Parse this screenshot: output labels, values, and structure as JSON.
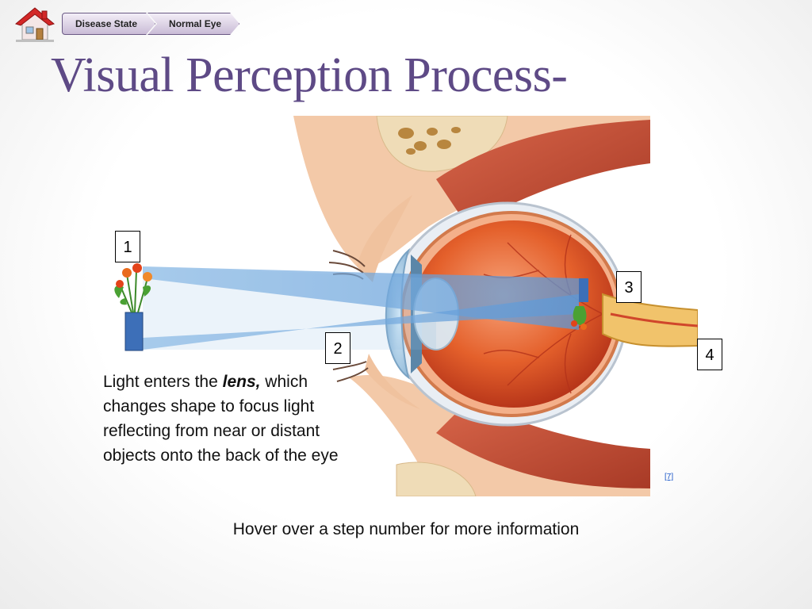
{
  "breadcrumb": {
    "items": [
      {
        "label": "Disease State"
      },
      {
        "label": "Normal Eye"
      }
    ]
  },
  "title": "Visual Perception Process-",
  "steps": [
    {
      "number": "1"
    },
    {
      "number": "2"
    },
    {
      "number": "3"
    },
    {
      "number": "4"
    }
  ],
  "description": {
    "prefix": "Light enters the ",
    "emphasis": "lens,",
    "suffix": " which changes shape to focus light reflecting from near or distant objects onto the back of the eye"
  },
  "reference_link": "[7]",
  "hint": "Hover over a step number for more information",
  "colors": {
    "title": "#5e4a86",
    "breadcrumb_fill": "#c9bbd6",
    "light_beam": "#6aa6de",
    "eyeball": "#e0521f",
    "muscle": "#c8553a",
    "skin": "#f2c6a3"
  },
  "icons": {
    "home": "home-icon"
  }
}
